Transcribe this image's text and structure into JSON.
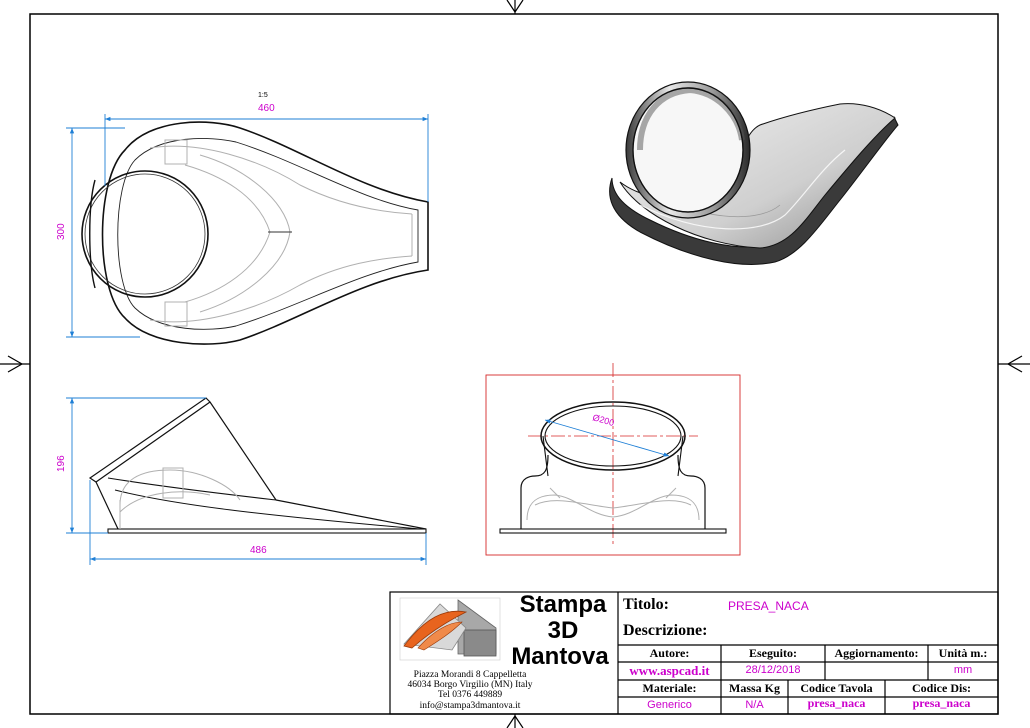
{
  "drawing": {
    "scale_note": "1:5",
    "dimensions": {
      "top_width": "460",
      "top_height": "300",
      "side_height": "196",
      "side_length": "486",
      "diameter": "Ø200"
    }
  },
  "title_block": {
    "company": {
      "line1": "Stampa",
      "line2": "3D",
      "line3": "Mantova"
    },
    "address": [
      "Piazza Morandi 8 Cappelletta",
      "46034 Borgo Virgilio (MN) Italy",
      "Tel 0376 449889",
      "info@stampa3dmantova.it"
    ],
    "titolo_label": "Titolo:",
    "titolo_value": "PRESA_NACA",
    "descrizione_label": "Descrizione:",
    "autore_label": "Autore:",
    "autore_value": "www.aspcad.it",
    "eseguito_label": "Eseguito:",
    "eseguito_value": "28/12/2018",
    "aggiornamento_label": "Aggiornamento:",
    "unita_label": "Unità m.:",
    "unita_value": "mm",
    "materiale_label": "Materiale:",
    "materiale_value": "Generico",
    "massa_label": "Massa Kg",
    "massa_value": "N/A",
    "codice_tavola_label": "Codice Tavola",
    "codice_tavola_value": "presa_naca",
    "codice_dis_label": "Codice Dis:",
    "codice_dis_value": "presa_naca"
  },
  "colors": {
    "dimension": "#1e7fd6",
    "dimension_text": "#cc00cc",
    "section_frame": "#d62a2a",
    "outline": "#111111",
    "hidden_line": "#b0b0b0",
    "logo_orange": "#e8641e"
  }
}
